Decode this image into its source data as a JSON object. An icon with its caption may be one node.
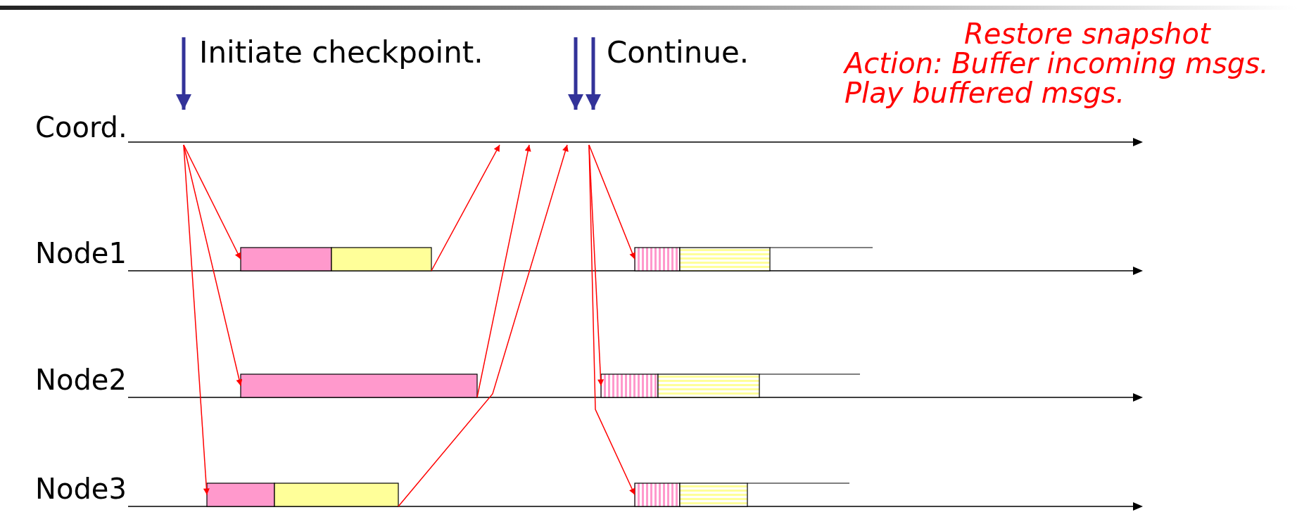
{
  "diagram": {
    "nodes": [
      {
        "text": [
          "Initiate checkpoint."
        ]
      },
      {
        "text": [
          "Continue."
        ]
      },
      {
        "text": [
          "Coord."
        ]
      },
      {
        "text": [
          "Node1"
        ]
      },
      {
        "text": [
          "Node2"
        ]
      },
      {
        "text": [
          "Node3"
        ]
      },
      {
        "text": [],
        "shape": "bar"
      },
      {
        "text": [],
        "shape": "bar"
      },
      {
        "text": [],
        "shape": "bar"
      },
      {
        "text": [],
        "shape": "bar"
      },
      {
        "text": [],
        "shape": "bar"
      },
      {
        "text": [],
        "shape": "bar"
      },
      {
        "text": [],
        "shape": "bar"
      },
      {
        "text": [],
        "shape": "bar"
      },
      {
        "text": [],
        "shape": "bar"
      },
      {
        "text": [],
        "shape": "bar"
      },
      {
        "text": [],
        "shape": "bar"
      }
    ],
    "edges": [
      {
        "from": 0,
        "to": 2,
        "arrow": "to",
        "style": "thick",
        "color": "#333399"
      },
      {
        "from": 1,
        "to": 2,
        "arrow": "to",
        "style": "thick",
        "color": "#333399"
      },
      {
        "from": 1,
        "to": 2,
        "arrow": "to",
        "style": "thick",
        "color": "#333399"
      },
      {
        "from": 2,
        "to": 6,
        "arrow": "to"
      },
      {
        "from": 2,
        "to": 10,
        "arrow": "to"
      },
      {
        "from": 2,
        "to": 13,
        "arrow": "to"
      },
      {
        "from": 7,
        "to": 2,
        "arrow": "to"
      },
      {
        "from": 10,
        "to": 2,
        "arrow": "to"
      },
      {
        "from": 14,
        "to": 2,
        "arrow": "to"
      },
      {
        "from": 2,
        "to": 8,
        "arrow": "to"
      },
      {
        "from": 2,
        "to": 11,
        "arrow": "to"
      },
      {
        "from": 2,
        "to": 15,
        "arrow": "to"
      }
    ],
    "labels": [
      "Restore snapshot",
      "Action: Buffer incoming msgs.",
      "Play buffered msgs."
    ]
  }
}
